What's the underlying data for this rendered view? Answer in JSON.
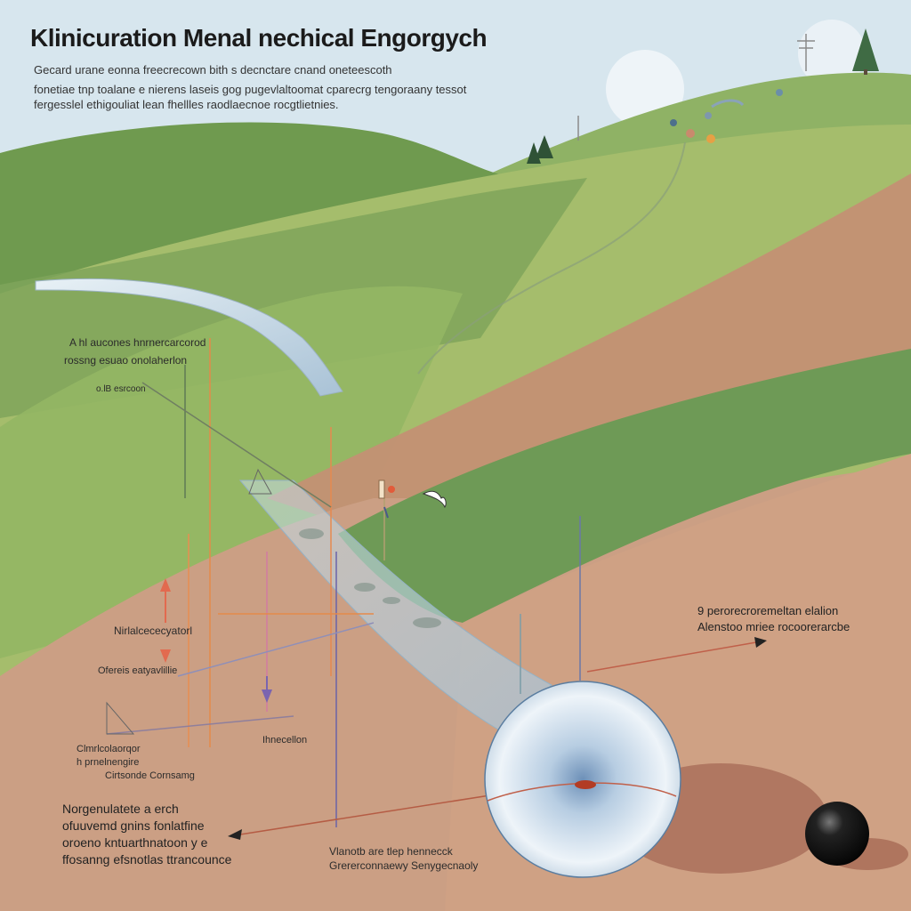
{
  "title": "Klinicuration Menal nechical Engorgych",
  "intro": [
    "Gecard urane eonna freecrecown bith s decnctare cnand oneteescoth",
    "fonetiae tnp toalane e nierens laseis gog pugevlaltoomat cparecrg tengoraany tessot",
    "fergesslel ethigouliat lean fhellles raodlaecnoe rocgtlietnies."
  ],
  "labels": {
    "left_top_1": "A hl aucones hnrnercarcorod",
    "left_top_2": "rossng esuao onolaherlon",
    "left_small": "o.lB esrcoon",
    "mid_1": "Nirlalcececyatorl",
    "mid_2": "Ofereis eatyavlillie",
    "left_low_1": "Clmrlcolaorqor",
    "left_low_2": "h prnelnengire",
    "left_low_3": "Cirtsonde  Cornsamg",
    "center_small": "Ihnecellon",
    "right_1": "9  perorecroremeltan elalion",
    "right_2": "Alenstoo mriee rocoorerarcbe",
    "bottom_left_1": "Norgenulatete a erch",
    "bottom_left_2": "ofuuvemd gnins fonlatfine",
    "bottom_left_3": "oroeno kntuarthnatoon y e",
    "bottom_left_4": "ffosanng efsnotlas ttrancounce",
    "bottom_mid_1": "Vlanotb are tlep hennecck",
    "bottom_mid_2": "Grererconnaewy Senygecnaoly"
  },
  "colors": {
    "sky": "#d7e6ee",
    "hill_far": "#7ca85c",
    "hill_mid": "#a9c070",
    "soil": "#c99a7e",
    "band_green": "#6f9a55",
    "sphere": "#dfeaf3",
    "ball": "#1a1a1a"
  }
}
